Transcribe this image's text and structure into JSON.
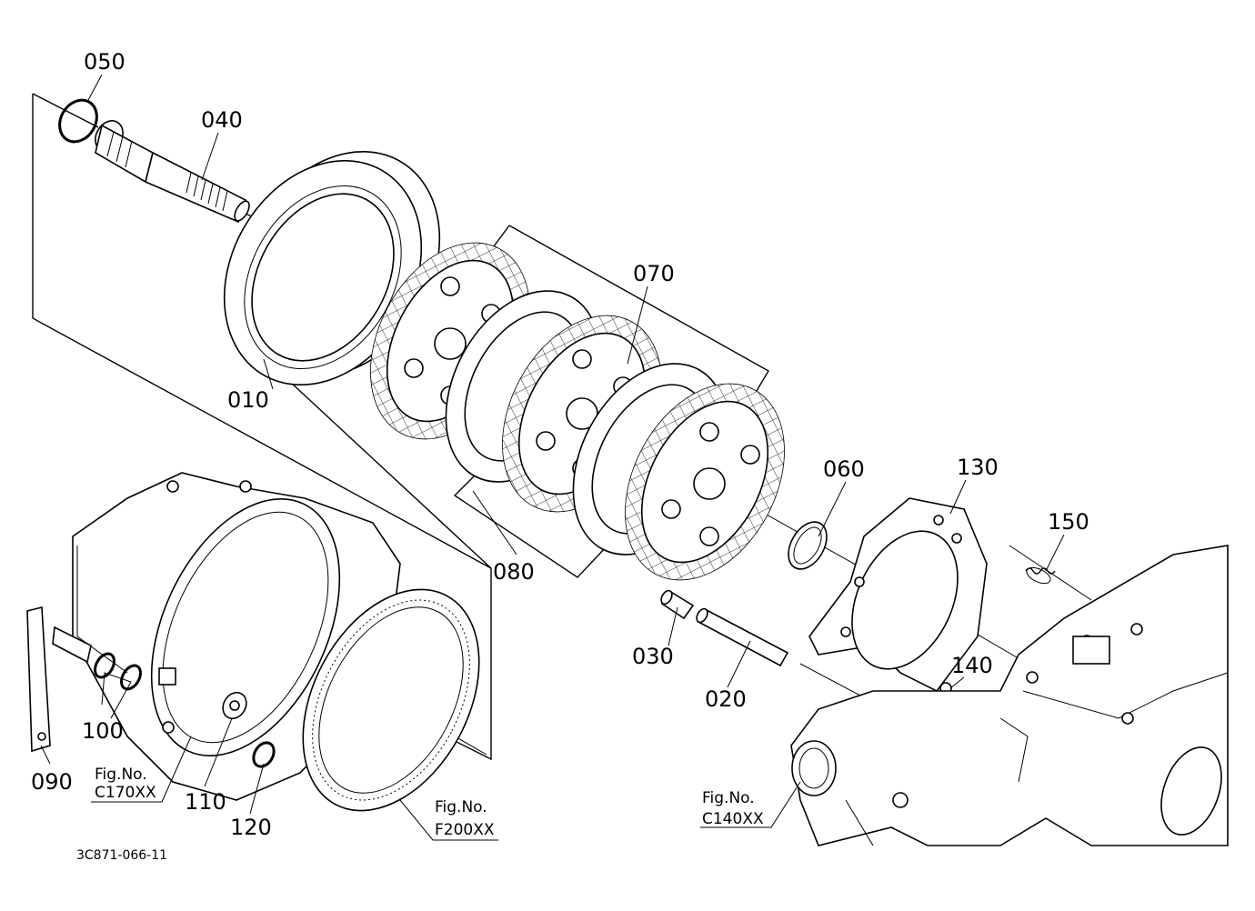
{
  "callouts": {
    "p010": "010",
    "p020": "020",
    "p030": "030",
    "p040": "040",
    "p050": "050",
    "p060": "060",
    "p070": "070",
    "p080": "080",
    "p090": "090",
    "p100": "100",
    "p110": "110",
    "p120": "120",
    "p130": "130",
    "p140": "140",
    "p150": "150"
  },
  "figure_refs": {
    "c170": {
      "line1": "Fig.No.",
      "line2": "C170XX"
    },
    "f200": {
      "line1": "Fig.No.",
      "line2": "F200XX"
    },
    "c140": {
      "line1": "Fig.No.",
      "line2": "C140XX"
    }
  },
  "drawing_code": "3C871-066-11"
}
